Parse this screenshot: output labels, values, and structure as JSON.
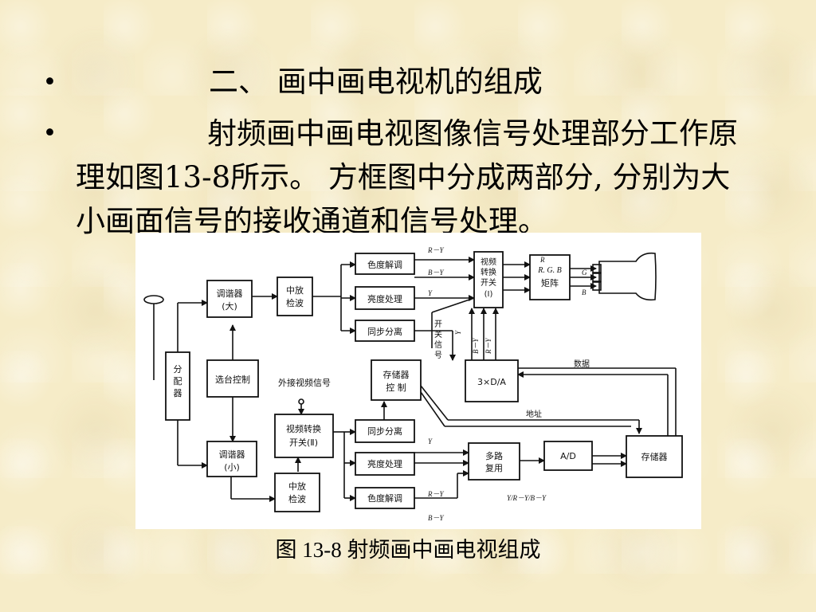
{
  "slide": {
    "bullet_symbol": "•",
    "heading": "二、 画中画电视机的组成",
    "paragraph": "射频画中画电视图像信号处理部分工作原理如图13-8所示。 方框图中分成两部分, 分别为大小画面信号的接收通道和信号处理。",
    "caption": "图 13-8 射频画中画电视组成"
  },
  "diagram": {
    "blocks": {
      "distributor": "分配器",
      "tuner_big": [
        "调谐器",
        "(大)"
      ],
      "if_big": [
        "中放",
        "检波"
      ],
      "chroma_big": "色度解调",
      "luma_big": "亮度处理",
      "sync_big": "同步分离",
      "channel_ctrl": "选台控制",
      "ext_video": "外接视频信号",
      "video_switch_small": [
        "视频转换",
        "开关(Ⅱ)"
      ],
      "tuner_small": [
        "调谐器",
        "(小)"
      ],
      "if_small": [
        "中放",
        "检波"
      ],
      "mem_ctrl": [
        "存储器",
        "控    制"
      ],
      "sync_small": "同步分离",
      "luma_small": "亮度处理",
      "chroma_small": "色度解调",
      "video_switch_main": [
        "视频",
        "转换",
        "开关",
        "(Ⅰ)"
      ],
      "rgb_matrix": [
        "R. G. B",
        "矩阵"
      ],
      "dac": "3×D/A",
      "mux": [
        "多路",
        "复用"
      ],
      "adc": "A/D",
      "memory": "存储器"
    },
    "labels": {
      "r_y": "R－Y",
      "b_y": "B－Y",
      "y": "Y",
      "switch_signal": [
        "开",
        "关",
        "信",
        "号"
      ],
      "data": "数据",
      "address": "地址",
      "yrb": "Y/R－Y/B－Y",
      "r": "R",
      "g": "G",
      "b": "B",
      "vert_y": "Y",
      "vert_by": "B－Y",
      "vert_ry": "R－Y"
    }
  }
}
